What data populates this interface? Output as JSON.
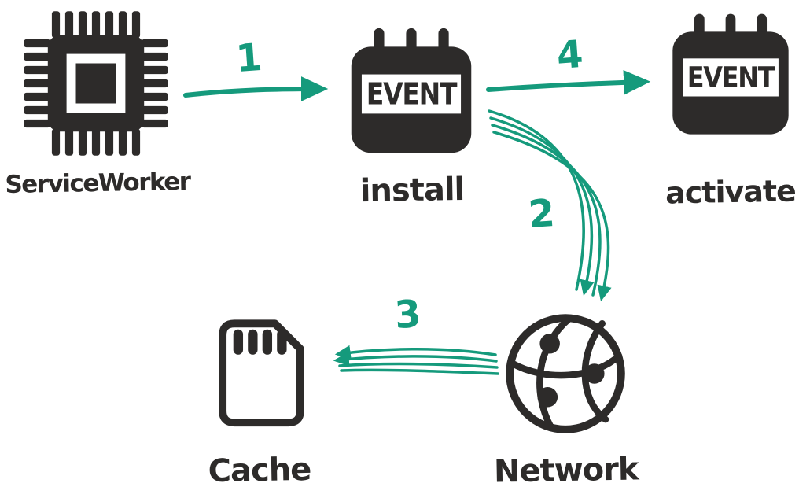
{
  "diagram": {
    "colors": {
      "ink": "#2d2b2a",
      "accent": "#159a7c",
      "background": "#ffffff"
    },
    "nodes": [
      {
        "id": "service-worker",
        "icon": "cpu-chip-icon",
        "label": "ServiceWorker"
      },
      {
        "id": "install",
        "icon": "calendar-event-icon",
        "icon_text": "EVENT",
        "label": "install"
      },
      {
        "id": "activate",
        "icon": "calendar-event-icon",
        "icon_text": "EVENT",
        "label": "activate"
      },
      {
        "id": "cache",
        "icon": "sd-card-icon",
        "label": "Cache"
      },
      {
        "id": "network",
        "icon": "globe-network-icon",
        "label": "Network"
      }
    ],
    "steps": [
      {
        "number": "1",
        "from": "service-worker",
        "to": "install",
        "style": "single-arrow"
      },
      {
        "number": "2",
        "from": "install",
        "to": "network",
        "style": "multi-line-curved-arrow"
      },
      {
        "number": "3",
        "from": "network",
        "to": "cache",
        "style": "multi-line-arrow"
      },
      {
        "number": "4",
        "from": "install",
        "to": "activate",
        "style": "single-arrow"
      }
    ]
  }
}
